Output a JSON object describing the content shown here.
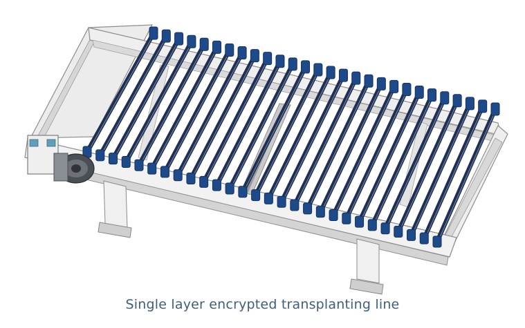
{
  "caption": "Single layer encrypted transplanting line",
  "colors": {
    "background": "#ffffff",
    "caption": "#3e5e7e",
    "rod": "#1f2f52",
    "rod_highlight": "#8fa0bd",
    "clamp": "#1e4a8a",
    "clamp_dark": "#12305e",
    "frame": "#9a9a9a",
    "frame_light": "#e6e6e6",
    "motor": "#4a4e55"
  },
  "drawing": {
    "subject": "single-layer transplanting line machine",
    "rod_count": 28,
    "icons": [
      "transplanting-line-machine-illustration",
      "drive-motor-icon",
      "control-box-icon"
    ]
  }
}
